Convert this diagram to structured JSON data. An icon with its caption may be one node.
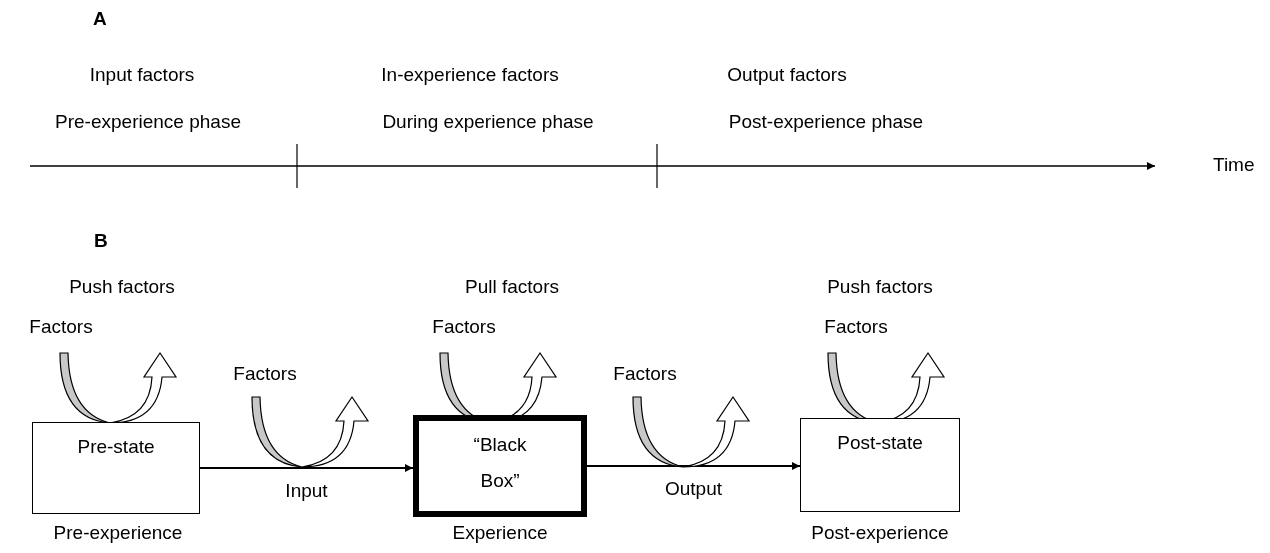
{
  "diagram": {
    "nodes": [
      {
        "text": [
          "Pre-state"
        ],
        "beside": [
          "Pre-experience"
        ]
      },
      {
        "text": [
          "“Black Box”"
        ],
        "beside": [
          "Experience"
        ]
      },
      {
        "text": [
          "Post-state"
        ],
        "beside": [
          "Post-experience"
        ]
      }
    ],
    "edges": [
      {
        "from": 0,
        "to": 1,
        "arrow": "to",
        "label": "Input"
      },
      {
        "from": 1,
        "to": 2,
        "arrow": "to",
        "label": "Output"
      }
    ],
    "labels": [
      "A",
      "Input factors",
      "In-experience factors",
      "Output factors",
      "Pre-experience phase",
      "During experience phase",
      "Post-experience phase",
      "Time",
      "B",
      "Push factors",
      "Pull factors",
      "Push factors",
      "Factors",
      "Factors",
      "Factors",
      "Factors",
      "Factors"
    ]
  }
}
